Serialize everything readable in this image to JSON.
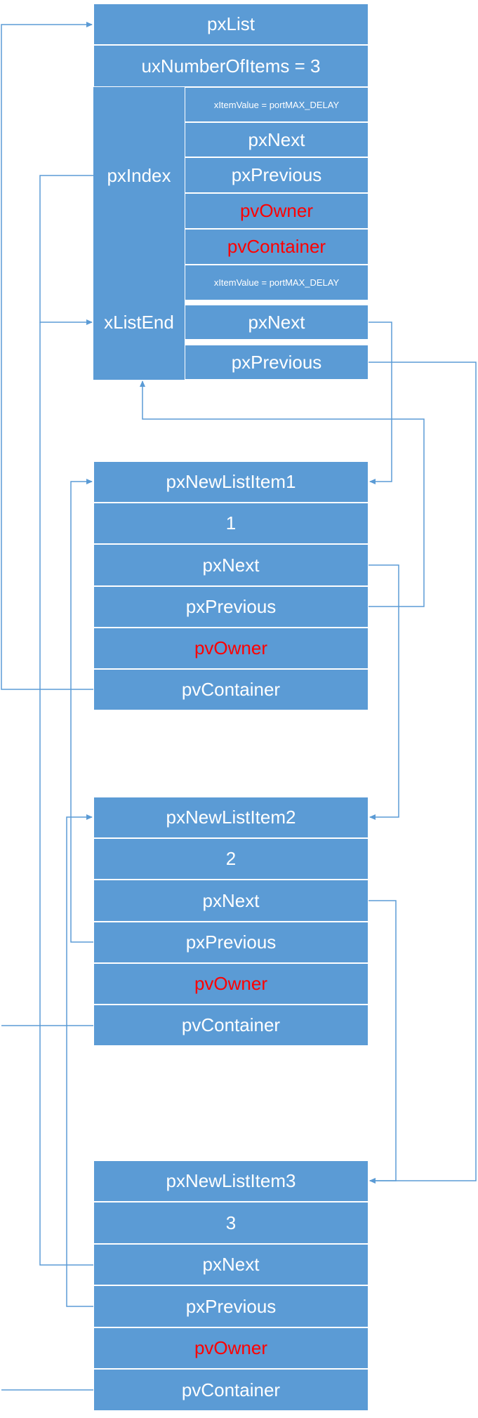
{
  "colors": {
    "box": "#5b9bd5",
    "text": "#ffffff",
    "owner_text": "#ff0000",
    "wire": "#5b9bd5"
  },
  "list": {
    "title": "pxList",
    "count": "uxNumberOfItems =  3",
    "index": {
      "label": "pxIndex",
      "fields": [
        "xItemValue = portMAX_DELAY",
        "pxNext",
        "pxPrevious",
        "pvOwner",
        "pvContainer"
      ]
    },
    "end": {
      "label": "xListEnd",
      "fields": [
        "xItemValue = portMAX_DELAY",
        "pxNext",
        "pxPrevious"
      ]
    }
  },
  "items": [
    {
      "title": "pxNewListItem1",
      "value": "1",
      "next": "pxNext",
      "prev": "pxPrevious",
      "owner": "pvOwner",
      "container": "pvContainer"
    },
    {
      "title": "pxNewListItem2",
      "value": "2",
      "next": "pxNext",
      "prev": "pxPrevious",
      "owner": "pvOwner",
      "container": "pvContainer"
    },
    {
      "title": "pxNewListItem3",
      "value": "3",
      "next": "pxNext",
      "prev": "pxPrevious",
      "owner": "pvOwner",
      "container": "pvContainer"
    }
  ]
}
